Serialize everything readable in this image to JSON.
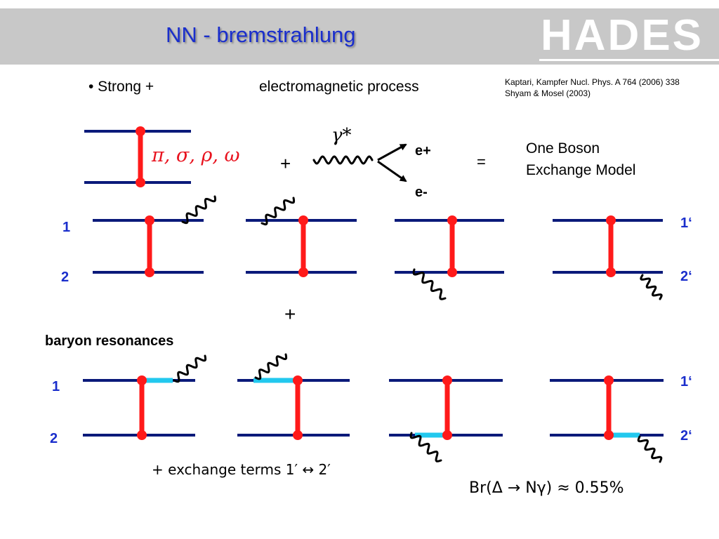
{
  "header": {
    "title": "NN - bremstrahlung",
    "logo": "HADES"
  },
  "intro": {
    "bullet": "• Strong +",
    "em": "electromagnetic process"
  },
  "references": [
    "Kaptari, Kampfer Nucl. Phys. A 764 (2006) 338",
    "Shyam & Mosel (2003)"
  ],
  "top_row": {
    "mesons": "π, σ, ρ, ω",
    "plus": "+",
    "photon": "γ*",
    "lepton_plus": "e+",
    "lepton_minus": "e-",
    "equals": "=",
    "model": [
      "One Boson",
      "Exchange Model"
    ]
  },
  "row1": {
    "left_labels": [
      "1",
      "2"
    ],
    "right_labels": [
      "1‘",
      "2‘"
    ]
  },
  "between_plus": "+",
  "resonances_label": "baryon resonances",
  "row2": {
    "left_labels": [
      "1",
      "2"
    ],
    "right_labels": [
      "1‘",
      "2‘"
    ]
  },
  "exchange_terms": "+ exchange terms 1′ ↔ 2′",
  "branching": "Br(Δ → Nγ) ≈ 0.55%",
  "colors": {
    "nucleon": "#0a1a7a",
    "exchange": "#ff1a1a",
    "resonance": "#22c8ee",
    "label": "#1a2ecc"
  }
}
